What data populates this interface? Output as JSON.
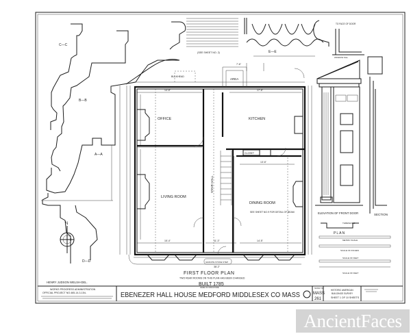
{
  "sheet": {
    "title": "EBENEZER HALL HOUSE MEDFORD MIDDLESEX CO MASS",
    "name_of_structure_label": "NAME OF STRUCTURE",
    "built": "BUILT 1785",
    "plan_title": "FIRST FLOOR PLAN",
    "plan_note": "TWO REAR ROOMS ON THIS PLAN HAS BEEN CHANGED",
    "delineator": "HENRY JUDSON WELSH-DEL.",
    "wpa_line1": "WORKS PROGRESS ADMINISTRATION",
    "wpa_line2": "OFFICIAL PROJECT NO.465-14-3-154-",
    "survey_no_label": "SURVEY NO.",
    "survey_state": "MASS",
    "survey_number": "261",
    "agency_line1": "HISTORIC AMERICAN",
    "agency_line2": "BUILDINGS SURVEY",
    "sheet_of": "SHEET 1 OF 10 SHEETS",
    "see_sheet": "(SEE SHEET NO. 2)"
  },
  "rooms": {
    "office": "OFFICE",
    "kitchen": "KITCHEN",
    "living_room": "LIVING ROOM",
    "dining_room": "DINING ROOM",
    "stair_hall": "STAIR HALL",
    "closet": "CLOSET",
    "area": "AREA",
    "bulkhead": "BULKHEAD",
    "stone_step": "GRANITE STONE STEP",
    "beam_note": "SEE SHEET NO.9 FOR DETAIL OF BEAM"
  },
  "sections": {
    "aa": "A—A",
    "bb": "B—B",
    "cc": "C—C",
    "dd": "D—D",
    "ee": "E—E"
  },
  "door": {
    "elevation": "ELEVATION OF FRONT DOOR",
    "section": "SECTION",
    "plan": "PLAN",
    "threshold": "THRESHOLD",
    "window_sill": "WINDOW SILL",
    "face_of_door": "TO FACE OF DOOR"
  },
  "scales": {
    "metric": "METRIC SCALE",
    "inches": "SCALE OF INCHES",
    "feet": "SCALE OF FEET",
    "feet2": "SCALE OF FEET"
  },
  "dimensions": {
    "overall_width": "38'-2\"",
    "office_width": "14'-6\"",
    "kitchen_width": "17'-6\"",
    "living_width": "15'-4\"",
    "hall_width": "11'-3\"",
    "dining_width": "14'-5\"",
    "area_width": "7'-6\"",
    "dining_inner": "13'-6\""
  },
  "watermark": "AncientFaces"
}
